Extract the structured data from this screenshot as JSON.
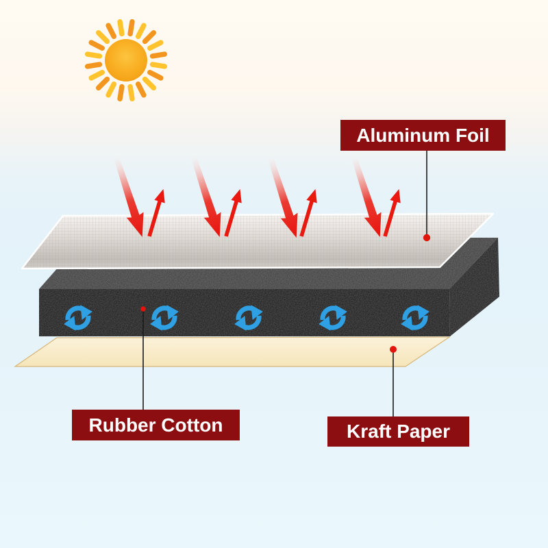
{
  "labels": {
    "aluminum_foil": "Aluminum Foil",
    "rubber_cotton": "Rubber Cotton",
    "kraft_paper": "Kraft Paper"
  },
  "colors": {
    "label_bg": "#8C0E10",
    "label_text": "#FFFFFF",
    "arrow_red": "#E8190F",
    "icon_blue": "#2FA0E4",
    "sun_disc": "#F8AD1E",
    "sun_ray_orange": "#F2961F",
    "sun_ray_yellow": "#FFC42D",
    "foil_gray": "#D9D5D1",
    "foam_black": "#1A1A1A",
    "kraft_paper_fill": "#F8ECC8",
    "callout_dot_red": "#E3140C",
    "background_top_cream": "#FFFAF2",
    "background_bottom_blue": "#EAF8FD"
  },
  "icons": {
    "sun": "sun-icon",
    "heat_in_arrow": "heat-ray-down-arrow-icon",
    "heat_reflect_arrow": "heat-reflect-up-arrow-icon",
    "circulation": "air-circulation-icon",
    "callout_dot": "callout-dot"
  }
}
